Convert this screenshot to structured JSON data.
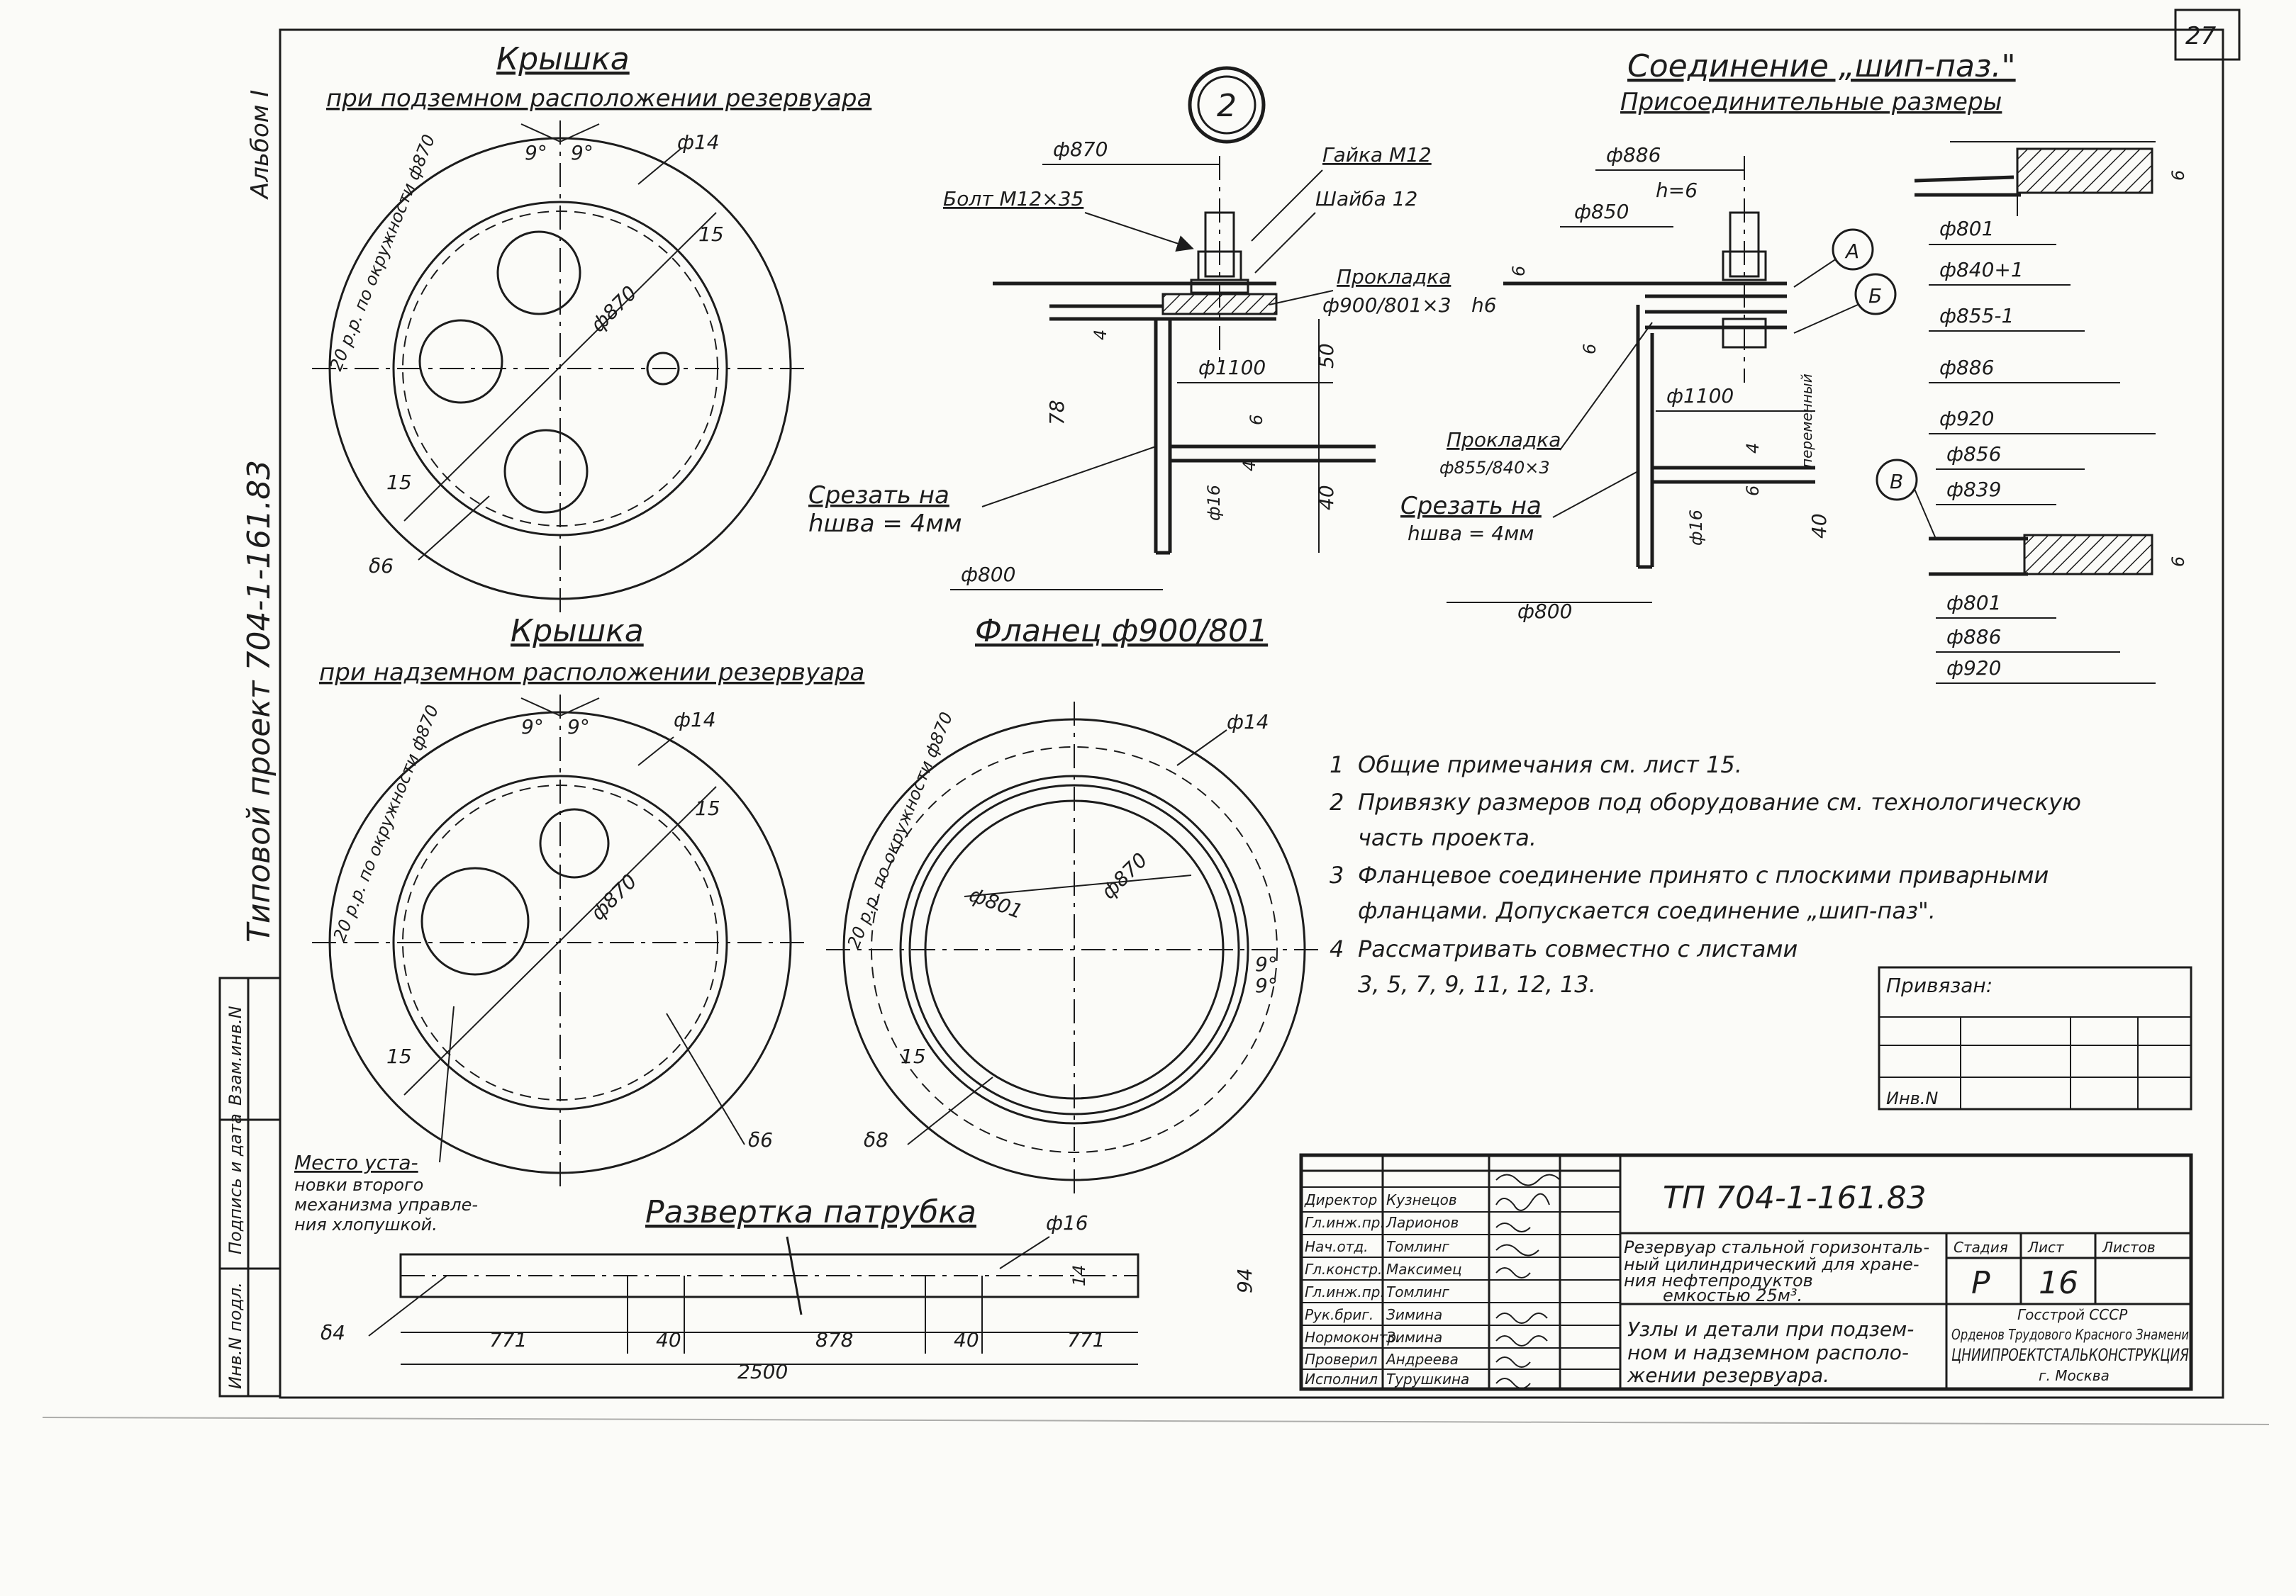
{
  "sheet_number": "27",
  "album_label": "Альбом I",
  "side_project": "Типовой проект 704-1-161.83",
  "side_stamps": [
    "Взам.инв.N",
    "Подпись и дата",
    "Инв.N подл."
  ],
  "detail_marker": "2",
  "cover_underground": {
    "title": "Крышка",
    "subtitle": "при подземном расположении резервуара",
    "bolt_circle": "20 р.р. по окружности ф870",
    "d870": "ф870",
    "d14": "ф14",
    "ang1": "9°",
    "ang2": "9°",
    "n15a": "15",
    "n15b": "15",
    "thk": "δ6"
  },
  "cover_aboveground": {
    "title": "Крышка",
    "subtitle": "при надземном расположении резервуара",
    "bolt_circle": "20 р.р. по окружности ф870",
    "d870": "ф870",
    "d14": "ф14",
    "ang1": "9°",
    "ang2": "9°",
    "n15a": "15",
    "n15b": "15",
    "thk": "δ6",
    "place_note": [
      "Место уста-",
      "новки второго",
      "механизма управле-",
      "ния хлопушкой."
    ]
  },
  "flange": {
    "title": "Фланец ф900/801",
    "bolt_circle": "20 р.р. по окружности ф870",
    "d870": "ф870",
    "d801": "ф801",
    "d14": "ф14",
    "ang1": "9°",
    "ang2": "9°",
    "n15": "15",
    "thk": "δ8"
  },
  "section_left": {
    "d870": "ф870",
    "bolt": "Болт М12×35",
    "nut": "Гайка М12",
    "washer": "Шайба 12",
    "gasket": [
      "Прокладка",
      "ф900/801×3"
    ],
    "d1100": "ф1100",
    "cut": [
      "Срезать на",
      "hшва = 4мм"
    ],
    "d800": "ф800",
    "d16": "ф16",
    "dims": [
      "4",
      "78",
      "50",
      "6",
      "4",
      "40"
    ]
  },
  "section_right": {
    "title": "Соединение „шип-паз.\"",
    "subtitle": "Присоединительные размеры",
    "d886": "ф886",
    "h6a": "h=6",
    "d850": "ф850",
    "h6b": "h6",
    "d1100": "ф1100",
    "gasket": [
      "Прокладка",
      "ф855/840×3"
    ],
    "cut": [
      "Срезать на",
      "hшва = 4мм"
    ],
    "d800": "ф800",
    "d16": "ф16",
    "bubble_a": "А",
    "bubble_b": "Б",
    "bubble_v": "В",
    "rotated_note": "переменный",
    "dims": [
      "6",
      "6",
      "4",
      "6",
      "40"
    ],
    "det_a": [
      "ф801",
      "ф840+1",
      "ф855-1",
      "ф886",
      "ф920"
    ],
    "det_b": [
      "ф856",
      "ф839",
      "ф801",
      "ф886",
      "ф920"
    ],
    "det6a": "6",
    "det6b": "6"
  },
  "nozzle": {
    "title": "Развертка патрубка",
    "d16": "ф16",
    "thk": "δ4",
    "h94": "94",
    "h14": "14",
    "dims": [
      "771",
      "40",
      "878",
      "40",
      "771"
    ],
    "total": "2500"
  },
  "notes": [
    {
      "n": "1",
      "lines": [
        "Общие примечания см. лист 15."
      ]
    },
    {
      "n": "2",
      "lines": [
        "Привязку размеров под оборудование см. технологическую",
        "часть проекта."
      ]
    },
    {
      "n": "3",
      "lines": [
        "Фланцевое соединение принято с плоскими приварными",
        "фланцами. Допускается соединение „шип-паз\"."
      ]
    },
    {
      "n": "4",
      "lines": [
        "Рассматривать совместно с листами",
        "3, 5, 7, 9, 11, 12, 13."
      ]
    }
  ],
  "binding": {
    "label": "Привязан:",
    "inv": "Инв.N"
  },
  "title_block": {
    "code": "ТП 704-1-161.83",
    "roles": [
      {
        "role": "Директор",
        "name": "Кузнецов"
      },
      {
        "role": "Гл.инж.пр.",
        "name": "Ларионов"
      },
      {
        "role": "Нач.отд.",
        "name": "Томлинг"
      },
      {
        "role": "Гл.констр.",
        "name": "Максимец"
      },
      {
        "role": "Гл.инж.пр.",
        "name": "Томлинг"
      },
      {
        "role": "Рук.бриг.",
        "name": "Зимина"
      },
      {
        "role": "Нормоконтр.",
        "name": "Зимина"
      },
      {
        "role": "Проверил",
        "name": "Андреева"
      },
      {
        "role": "Исполнил",
        "name": "Турушкина"
      }
    ],
    "object_name": [
      "Резервуар стальной горизонталь-",
      "ный цилиндрический для хране-",
      "ния нефтепродуктов",
      "емкостью 25м³."
    ],
    "sheet_title": [
      "Узлы и детали при подзем-",
      "ном и надземном располо-",
      "жении резервуара."
    ],
    "stage_label": "Стадия",
    "sheet_label": "Лист",
    "sheets_label": "Листов",
    "stage": "Р",
    "sheet": "16",
    "org": [
      "Госстрой СССР",
      "Орденов Трудового Красного Знамени",
      "ЦНИИПРОЕКТСТАЛЬКОНСТРУКЦИЯ",
      "г. Москва"
    ]
  }
}
